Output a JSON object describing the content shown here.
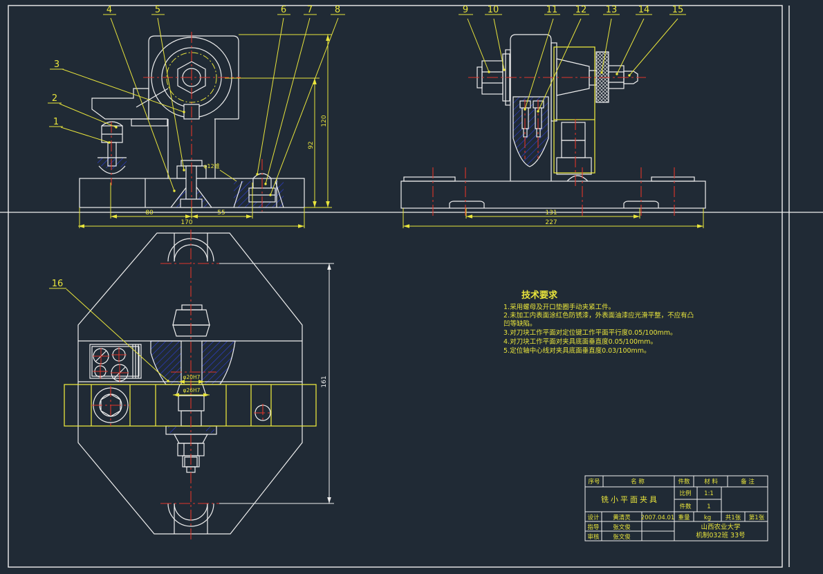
{
  "colors": {
    "background": "#202a35",
    "line_white": "#f0f0f0",
    "annotation_yellow": "#e9e53c",
    "centerline_red": "#e0352a",
    "hatch_blue": "#2e3fd4"
  },
  "callouts": {
    "c1": "1",
    "c2": "2",
    "c3": "3",
    "c4": "4",
    "c5": "5",
    "c6": "6",
    "c7": "7",
    "c8": "8",
    "c9": "9",
    "c10": "10",
    "c11": "11",
    "c12": "12",
    "c13": "13",
    "c14": "14",
    "c15": "15",
    "c16": "16"
  },
  "dims": {
    "front_w1": "80",
    "front_w2": "55",
    "front_w_total": "170",
    "front_h1": "92",
    "front_h2": "120",
    "side_w1": "131",
    "side_w_total": "227",
    "plan_h": "161"
  },
  "labels": {
    "taper_hole": "φ12锥",
    "bore_fit": "φ20H7",
    "boss_fit": "φ26H7"
  },
  "tech": {
    "title": "技术要求",
    "lines": [
      "1.采用螺母及开口垫圈手动夹紧工件。",
      "2.未加工内表面涂红色防锈漆，外表面油漆应光滑平整，不应有凸",
      "凹等缺陷。",
      "3.对刀块工作平面对定位键工作平面平行度0.05/100mm。",
      "4.对刀块工作平面对夹具底面垂直度0.05/100mm。",
      "5.定位轴中心线对夹具底面垂直度0.03/100mm。"
    ]
  },
  "title_block": {
    "col_no": "序号",
    "col_name": "名  称",
    "col_qty": "件数",
    "col_mat": "材 料",
    "col_note": "备 注",
    "part_name": "铣小平面夹具",
    "scale_label": "比例",
    "scale": "1:1",
    "qty_label": "件数",
    "qty": "1",
    "design_label": "设计",
    "designer": "黄清灵",
    "date": "2007.04.01",
    "weight_label": "重量",
    "weight_unit": "kg",
    "sheets_total": "共1张",
    "sheet_no": "第1张",
    "advisor_label": "指导",
    "advisor": "张文俊",
    "audit_label": "审核",
    "auditor": "张文俊",
    "school": "山西农业大学",
    "class_no": "机制032班 33号"
  }
}
